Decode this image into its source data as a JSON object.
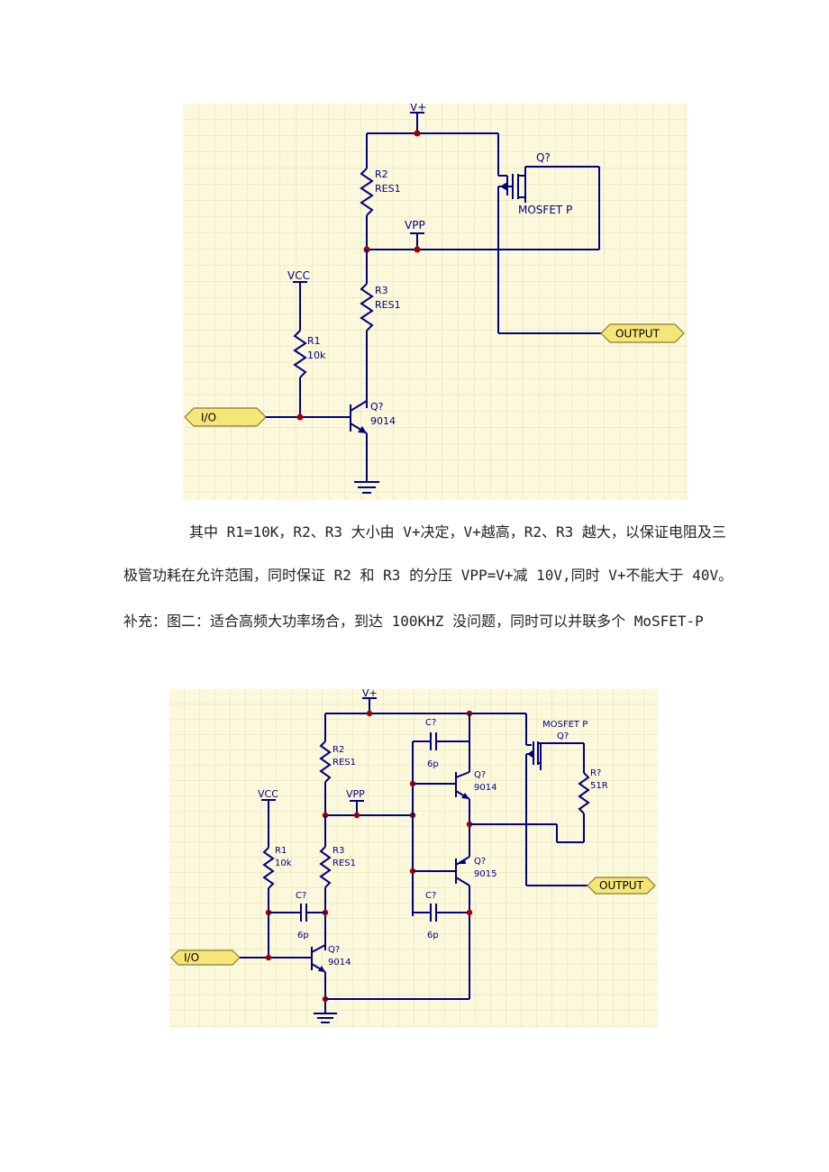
{
  "figure1": {
    "labels": {
      "vplus": "V+",
      "vpp": "VPP",
      "vcc": "VCC",
      "r2_ref": "R2",
      "r2_val": "RES1",
      "r3_ref": "R3",
      "r3_val": "RES1",
      "r1_ref": "R1",
      "r1_val": "10k",
      "q_mos_ref": "Q?",
      "q_mos_val": "MOSFET P",
      "q_bjt_ref": "Q?",
      "q_bjt_val": "9014",
      "port_output": "OUTPUT",
      "port_io": "I/O"
    }
  },
  "paragraphs": {
    "p1": "其中 R1=10K，R2、R3 大小由 V+决定，V+越高，R2、R3 越大，以保证电阻及三",
    "p2": "极管功耗在允许范围，同时保证 R2 和 R3 的分压 VPP=V+减 10V,同时 V+不能大于 40V。",
    "p3": "补充：图二：适合高频大功率场合，到达 100KHZ 没问题，同时可以并联多个 MoSFET-P"
  },
  "figure2": {
    "labels": {
      "vplus": "V+",
      "vpp": "VPP",
      "vcc": "VCC",
      "r2_ref": "R2",
      "r2_val": "RES1",
      "r3_ref": "R3",
      "r3_val": "RES1",
      "r1_ref": "R1",
      "r1_val": "10k",
      "c_top_ref": "C?",
      "c_top_val": "6p",
      "c_bot_ref": "C?",
      "c_bot_val": "6p",
      "c_in_ref": "C?",
      "c_in_val": "6p",
      "q_npn_ref": "Q?",
      "q_npn_val": "9014",
      "q_pnp_ref": "Q?",
      "q_pnp_val": "9015",
      "q_in_ref": "Q?",
      "q_in_val": "9014",
      "mos_val": "MOSFET P",
      "mos_ref": "Q?",
      "rg_ref": "R?",
      "rg_val": "51R",
      "port_output": "OUTPUT",
      "port_io": "I/O"
    }
  },
  "colors": {
    "wire": "#000080",
    "junction": "#a00000",
    "grid_bg": "#fbf8dc",
    "grid_line": "#e3dfb6",
    "port_fill": "#f5e67a"
  }
}
